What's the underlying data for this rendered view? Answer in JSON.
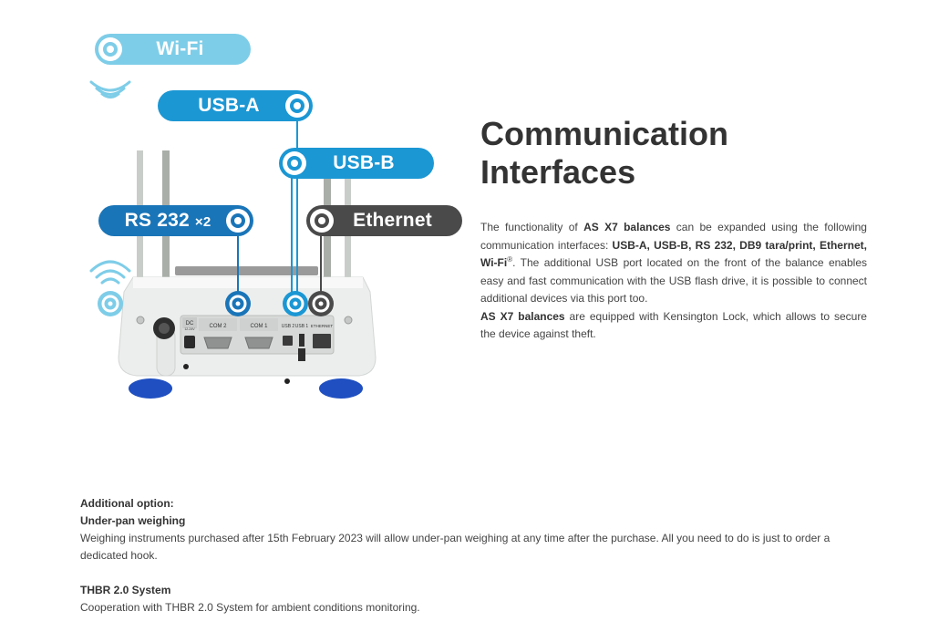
{
  "labels": {
    "wifi": "Wi-Fi",
    "usb_a": "USB-A",
    "usb_b": "USB-B",
    "rs232": "RS 232",
    "rs232_mult": "×2",
    "ethernet": "Ethernet"
  },
  "ports": {
    "dc": "DC",
    "dc_sub": "12-24V",
    "com2": "COM 2",
    "com1": "COM 1",
    "usb2": "USB 2",
    "usb1": "USB 1",
    "ethernet": "ETHERNET"
  },
  "colors": {
    "wifi": "#7ecde8",
    "usb": "#1b97d4",
    "rs232": "#1a75b8",
    "ethernet": "#4a4a4a",
    "feet": "#1f4fc1"
  },
  "heading": {
    "line1": "Communication",
    "line2": "Interfaces"
  },
  "description": {
    "t1": "The functionality of ",
    "b1": "AS X7 balances",
    "t2": " can be expanded using the following communication interfaces: ",
    "b2": "USB-A, USB-B, RS 232, DB9 tara/print, Ethernet, Wi-Fi",
    "sup": "®",
    "t3": ". The additional USB port located on the front of the balance enables easy and fast communication with the USB flash drive, it is possible to  connect additional devices via this port too.",
    "b3": "AS X7 balances",
    "t4": " are equipped with Kensington Lock, which allows to secure the device against theft."
  },
  "additional": {
    "title": "Additional option:",
    "subtitle": "Under-pan weighing",
    "text": "Weighing instruments purchased after 15th February 2023 will allow under-pan weighing at any time after the purchase. All you need to do is just to order a dedicated hook.",
    "thbr_title": "THBR 2.0 System",
    "thbr_text": "Cooperation with THBR 2.0 System for ambient conditions monitoring."
  }
}
